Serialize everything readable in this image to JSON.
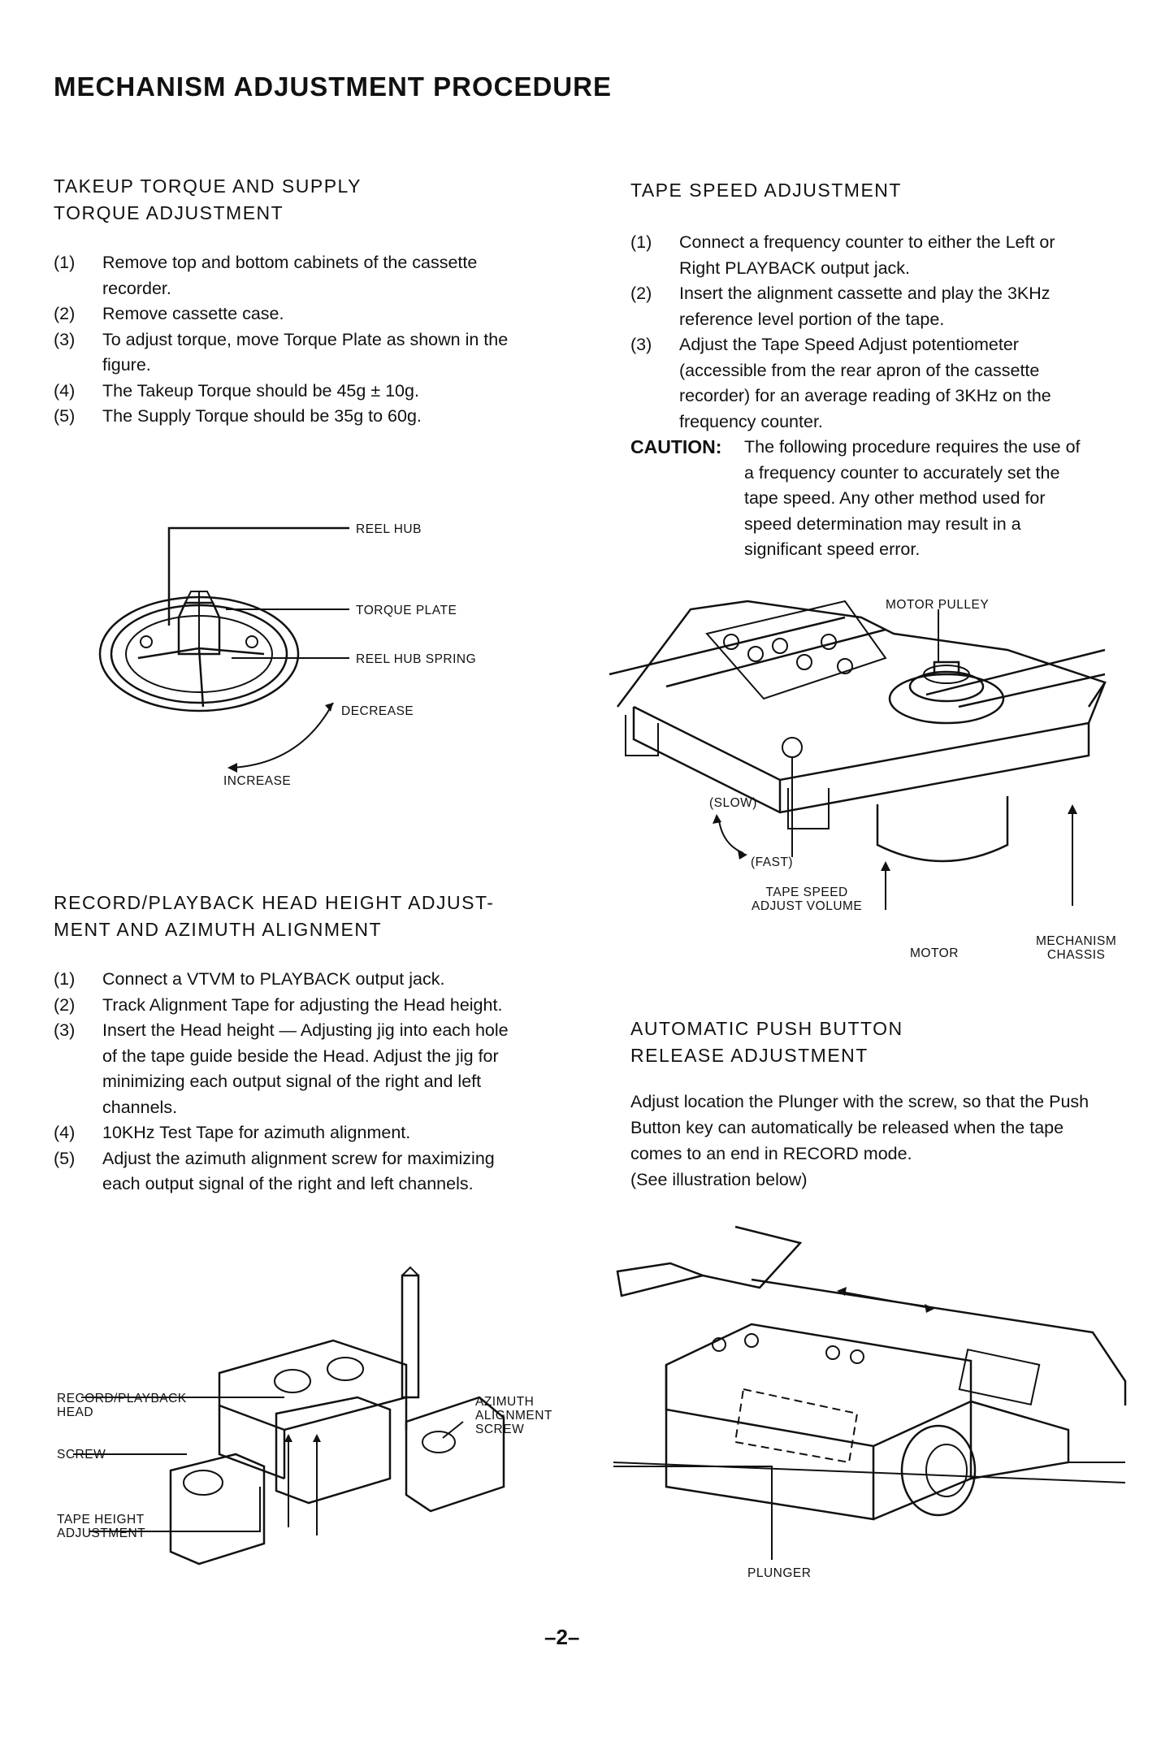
{
  "page_title": "MECHANISM ADJUSTMENT PROCEDURE",
  "torque": {
    "title": [
      "TAKEUP TORQUE AND SUPPLY",
      "TORQUE ADJUSTMENT"
    ],
    "steps": [
      {
        "num": "(1)",
        "text": "Remove top and bottom cabinets of the cassette recorder."
      },
      {
        "num": "(2)",
        "text": "Remove cassette case."
      },
      {
        "num": "(3)",
        "text": "To adjust torque, move Torque Plate as shown in the figure."
      },
      {
        "num": "(4)",
        "text": "The Takeup Torque should be 45g ± 10g."
      },
      {
        "num": "(5)",
        "text": "The Supply Torque should be 35g to 60g."
      }
    ],
    "figure_labels": {
      "reel_hub": "REEL HUB",
      "torque_plate": "TORQUE PLATE",
      "reel_hub_spring": "REEL HUB SPRING",
      "decrease": "DECREASE",
      "increase": "INCREASE"
    }
  },
  "tape_speed": {
    "title": "TAPE SPEED ADJUSTMENT",
    "steps": [
      {
        "num": "(1)",
        "text": "Connect a frequency counter to either the Left or Right PLAYBACK output jack."
      },
      {
        "num": "(2)",
        "text": "Insert the alignment cassette and play the 3KHz reference level portion of the tape."
      },
      {
        "num": "(3)",
        "text": "Adjust the Tape Speed Adjust potentiometer (accessible from the rear apron of the cassette recorder) for an average reading of 3KHz on the frequency counter."
      }
    ],
    "caution_label": "CAUTION:",
    "caution_text": "The following procedure requires the use of a frequency counter to accurately set the tape speed. Any other method used for speed determination may result in a significant speed error.",
    "figure_labels": {
      "motor_pulley": "MOTOR PULLEY",
      "slow": "(SLOW)",
      "fast": "(FAST)",
      "tape_speed_adjust_volume": [
        "TAPE SPEED",
        "ADJUST VOLUME"
      ],
      "motor": "MOTOR",
      "mechanism_chassis": [
        "MECHANISM",
        "CHASSIS"
      ]
    }
  },
  "head": {
    "title": [
      "RECORD/PLAYBACK HEAD HEIGHT ADJUST-",
      "MENT AND AZIMUTH ALIGNMENT"
    ],
    "steps": [
      {
        "num": "(1)",
        "text": "Connect a VTVM to PLAYBACK output jack."
      },
      {
        "num": "(2)",
        "text": "Track Alignment Tape for adjusting the Head height."
      },
      {
        "num": "(3)",
        "text": "Insert the Head height — Adjusting jig into each hole of the tape guide beside the Head. Adjust the jig for minimizing each output signal of the right and left channels."
      },
      {
        "num": "(4)",
        "text": "10KHz Test Tape for azimuth alignment."
      },
      {
        "num": "(5)",
        "text": "Adjust the azimuth alignment screw for maximizing each output signal of the right and left channels."
      }
    ],
    "figure_labels": {
      "record_playback_head": [
        "RECORD/PLAYBACK",
        "HEAD"
      ],
      "screw": "SCREW",
      "tape_height_adjustment": [
        "TAPE HEIGHT",
        "ADJUSTMENT"
      ],
      "azimuth_alignment_screw": [
        "AZIMUTH",
        "ALIGNMENT",
        "SCREW"
      ]
    }
  },
  "push_button": {
    "title": [
      "AUTOMATIC PUSH BUTTON",
      "RELEASE ADJUSTMENT"
    ],
    "text": "Adjust location the Plunger with the screw, so that the Push Button key can automatically be released when the tape comes to an end in RECORD mode.",
    "note": "(See illustration below)",
    "figure_labels": {
      "plunger": "PLUNGER"
    }
  },
  "page_number": "–2–"
}
